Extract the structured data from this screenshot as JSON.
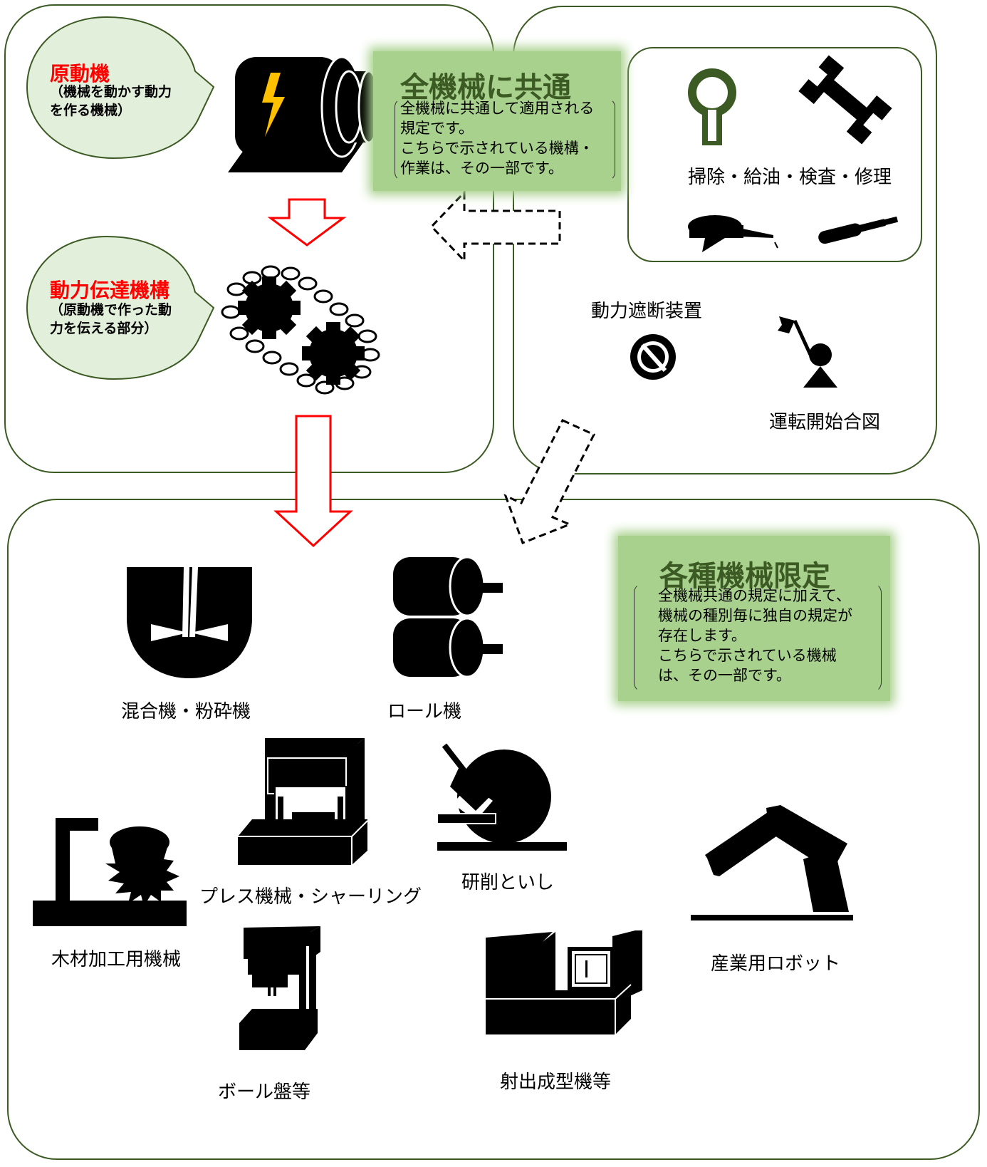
{
  "common_panel": {
    "prime_mover": {
      "title": "原動機",
      "desc_lines": [
        "（機械を動かす動力",
        "を作る機械）"
      ]
    },
    "transmission": {
      "title": "動力伝達機構",
      "desc_lines": [
        "（原動機で作った動",
        "力を伝える部分）"
      ]
    }
  },
  "common_note": {
    "title": "全機械に共通",
    "lines": [
      "全機械に共通して適用される",
      "規定です。",
      "こちらで示されている機構・",
      "作業は、その一部です。"
    ]
  },
  "work_panel": {
    "maintenance_label": "掃除・給油・検査・修理",
    "power_cutoff_label": "動力遮断装置",
    "start_signal_label": "運転開始合図"
  },
  "specific_note": {
    "title": "各種機械限定",
    "lines": [
      "全機械共通の規定に加えて、",
      "機械の種別毎に独自の規定が",
      "存在します。",
      "こちらで示されている機械",
      "は、その一部です。"
    ]
  },
  "machines": {
    "mixer": "混合機・粉砕機",
    "roll": "ロール機",
    "press": "プレス機械・シャーリング",
    "grinder": "研削といし",
    "woodworking": "木材加工用機械",
    "robot": "産業用ロボット",
    "drill": "ボール盤等",
    "injection": "射出成型機等"
  },
  "colors": {
    "panel_border": "#3c5a23",
    "note_fill": "#a9d18e",
    "bubble_fill": "#e2efda",
    "title_red": "#ff0000",
    "lightning": "#ffc000",
    "icon_green": "#3c5a23"
  },
  "icons": [
    "lightning-icon",
    "motor-icon",
    "gear-chain-icon",
    "key-icon",
    "wrench-icon",
    "oil-can-icon",
    "screwdriver-icon",
    "stop-switch-icon",
    "signal-person-icon"
  ]
}
